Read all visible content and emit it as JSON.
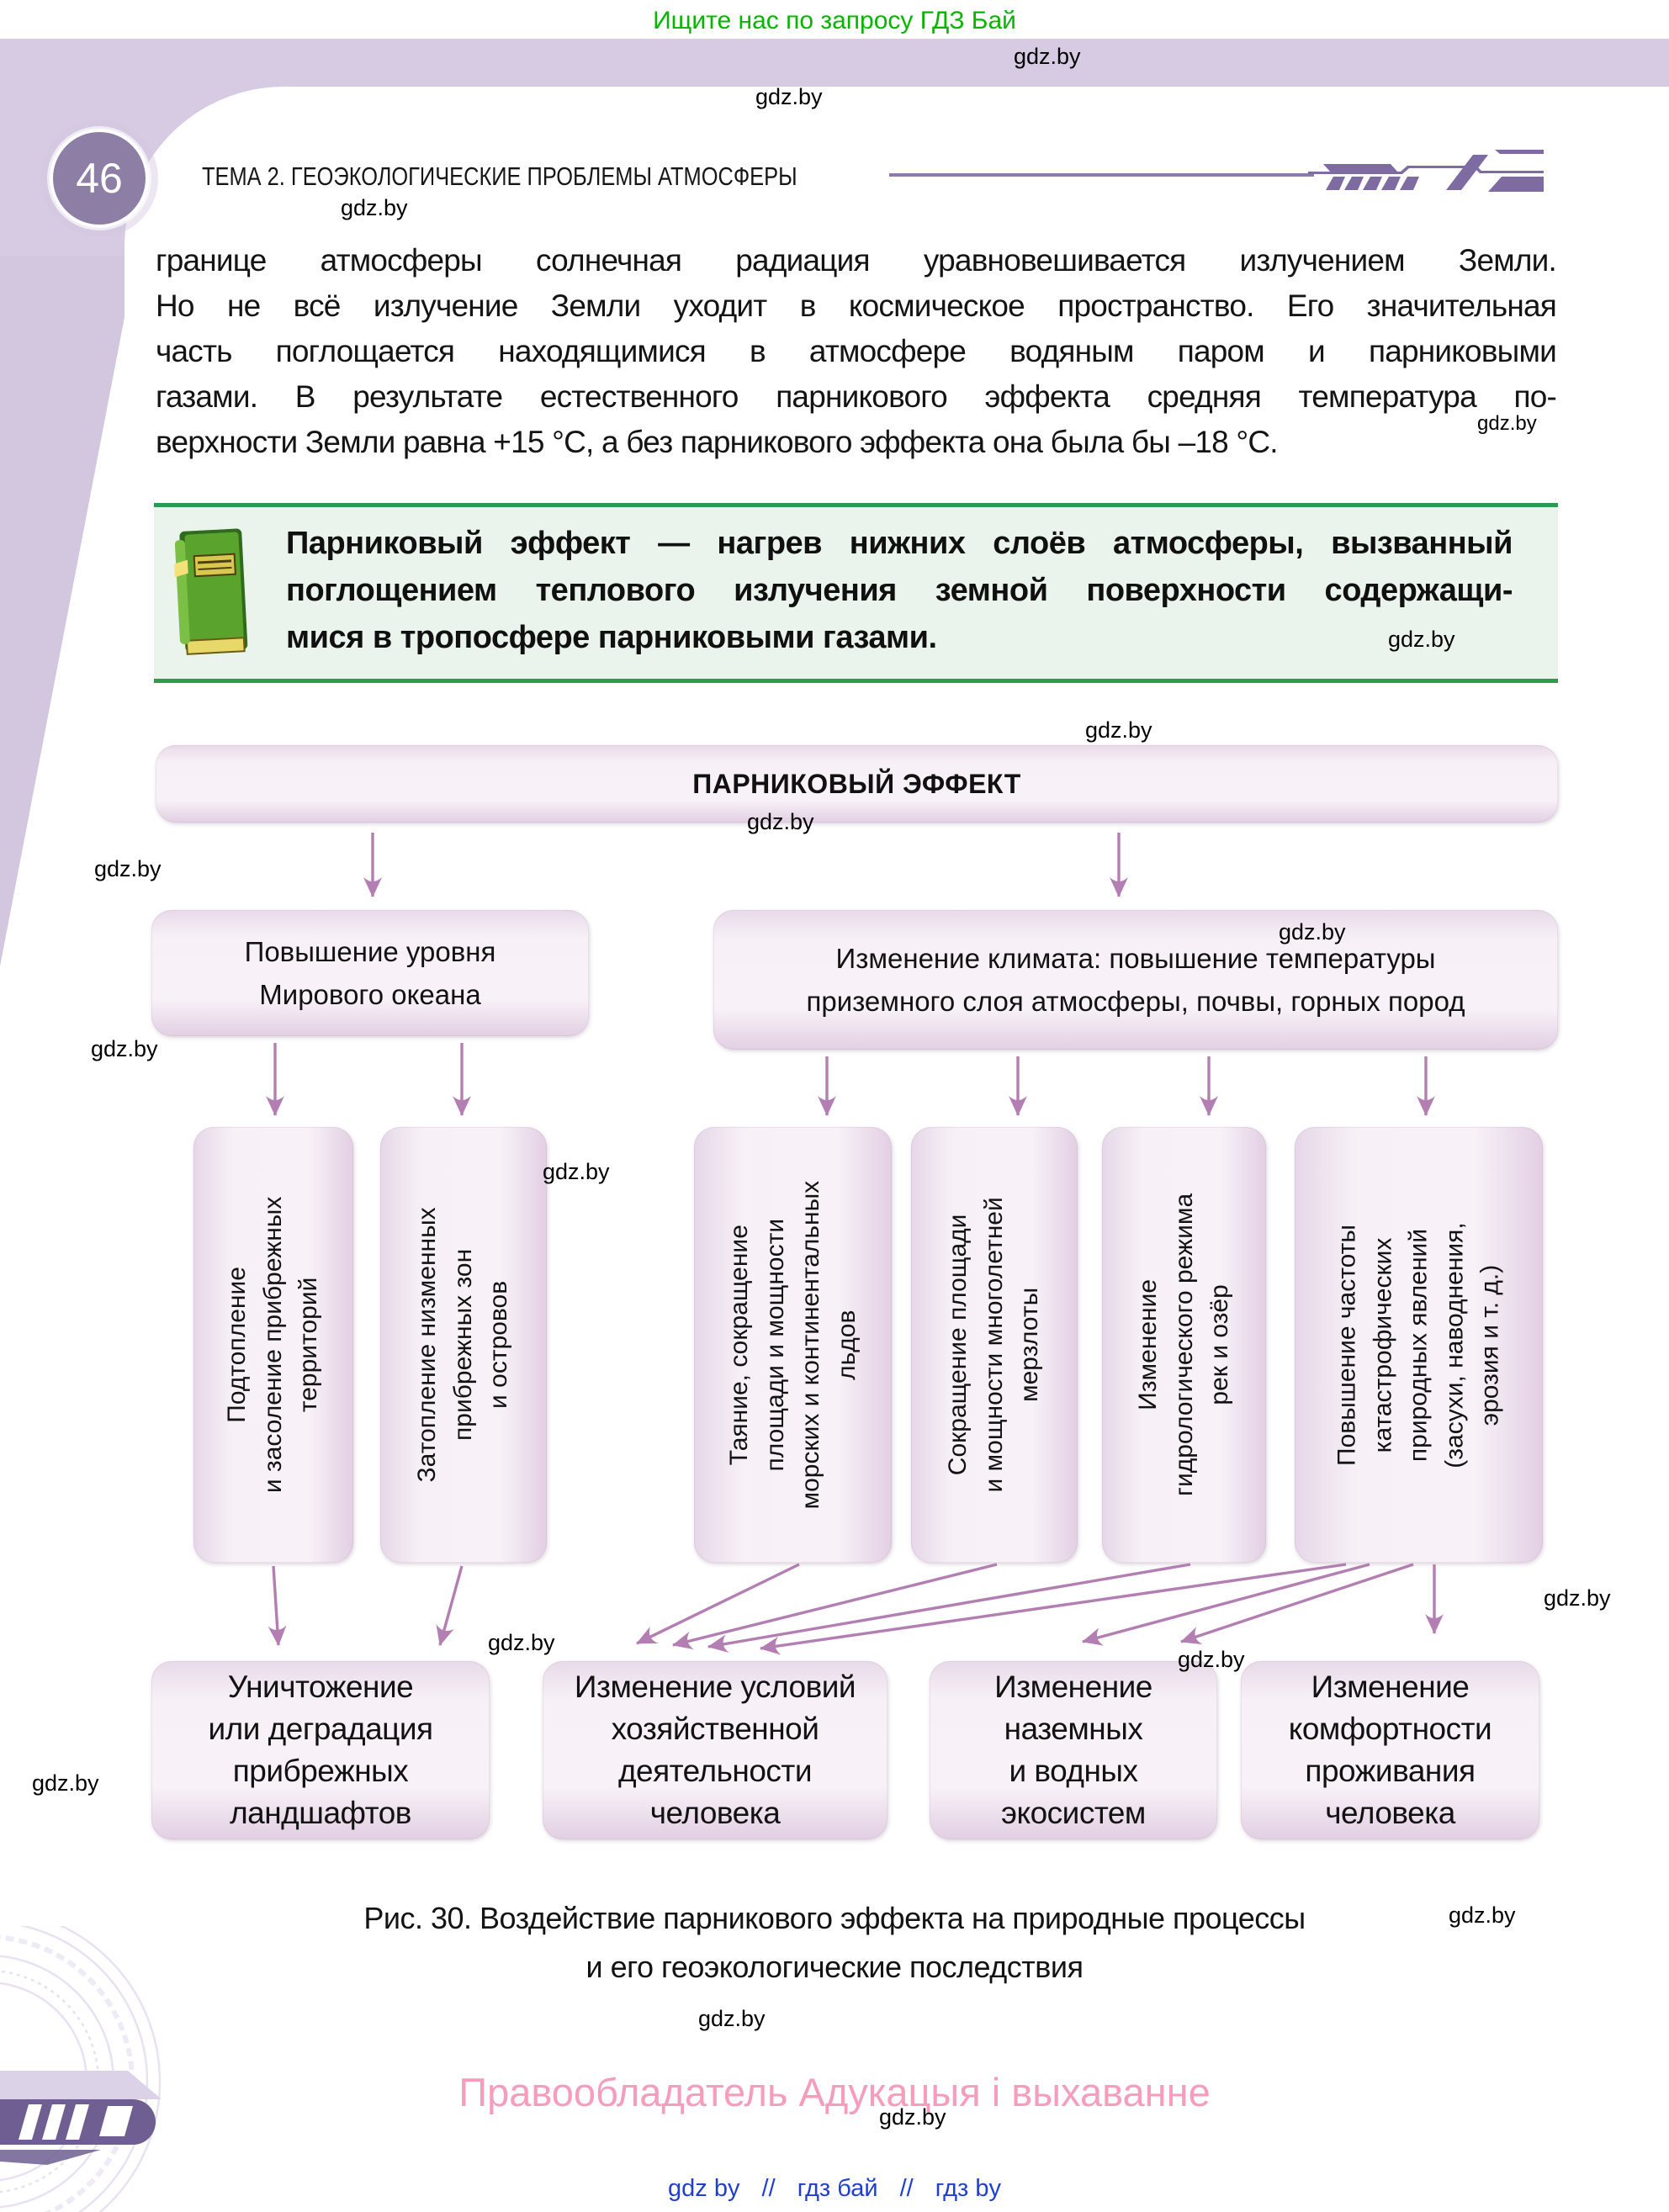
{
  "banner": {
    "text": "Ищите нас по запросу ГДЗ Бай"
  },
  "watermark_text": "gdz.by",
  "page": {
    "number": "46",
    "header": "ТЕМА 2. ГЕОЭКОЛОГИЧЕСКИЕ ПРОБЛЕМЫ АТМОСФЕРЫ"
  },
  "paragraph": {
    "line1": "границе атмосферы солнечная радиация уравновешивается излучением Земли.",
    "line2": "Но не всё излучение Земли уходит в космическое пространство. Его значительная",
    "line3": "часть поглощается находящимися в атмосфере водяным паром и парниковыми",
    "line4": "газами. В результате естественного парникового эффекта средняя температура по-",
    "line5": "верхности Земли равна +15 °С, а без парникового эффекта она была бы –18 °С."
  },
  "definition": {
    "term": "Парниковый эффект",
    "line1_rest": " — нагрев нижних слоёв атмосферы, вызванный",
    "line2": "поглощением теплового излучения земной поверхности содержащи-",
    "line3": "мися в тропосфере парниковыми газами."
  },
  "diagram": {
    "title": "ПАРНИКОВЫЙ ЭФФЕКТ",
    "level2": [
      {
        "lines": [
          "Повышение уровня",
          "Мирового океана"
        ]
      },
      {
        "lines": [
          "Изменение климата: повышение температуры",
          "приземного слоя атмосферы, почвы, горных пород"
        ]
      }
    ],
    "level3": [
      {
        "lines": [
          "Подтопление",
          "и засоление прибрежных",
          "территорий"
        ]
      },
      {
        "lines": [
          "Затопление низменных",
          "прибрежных зон",
          "и островов"
        ]
      },
      {
        "lines": [
          "Таяние, сокращение",
          "площади и мощности",
          "морских и континентальных",
          "льдов"
        ]
      },
      {
        "lines": [
          "Сокращение площади",
          "и мощности многолетней",
          "мерзлоты"
        ]
      },
      {
        "lines": [
          "Изменение",
          "гидрологического режима",
          "рек и озёр"
        ]
      },
      {
        "lines": [
          "Повышение частоты",
          "катастрофических",
          "природных явлений",
          "(засухи, наводнения,",
          "эрозия и т. д.)"
        ]
      }
    ],
    "level4": [
      {
        "lines": [
          "Уничтожение",
          "или деградация",
          "прибрежных",
          "ландшафтов"
        ]
      },
      {
        "lines": [
          "Изменение условий",
          "хозяйственной",
          "деятельности",
          "человека"
        ]
      },
      {
        "lines": [
          "Изменение",
          "наземных",
          "и водных",
          "экосистем"
        ]
      },
      {
        "lines": [
          "Изменение",
          "комфортности",
          "проживания",
          "человека"
        ]
      }
    ]
  },
  "caption": {
    "lines": [
      "Рис. 30. Воздействие парникового эффекта на природные процессы",
      "и его геоэкологические последствия"
    ]
  },
  "footer": {
    "copyright": "Правообладатель Адукацыя і выхаванне",
    "links": [
      "gdz by",
      "гдз бай",
      "гдз by"
    ],
    "separator": "//"
  },
  "colors": {
    "band": "#d6cbe2",
    "wedge": "#d2c7df",
    "page_circle": "#8d7ea6",
    "accent_purple": "#8d7cab",
    "deco_dark": "#6e5e92",
    "banner_green": "#09b400",
    "definition_border": "#2c9b50",
    "definition_bg": "#eaf4ec",
    "box_fill_light": "#f7f1f7",
    "box_edge": "#e2cfe3",
    "arrow": "#b37fb2",
    "copyright_pink": "#f59dbb",
    "link_blue": "#1e3fd2"
  }
}
